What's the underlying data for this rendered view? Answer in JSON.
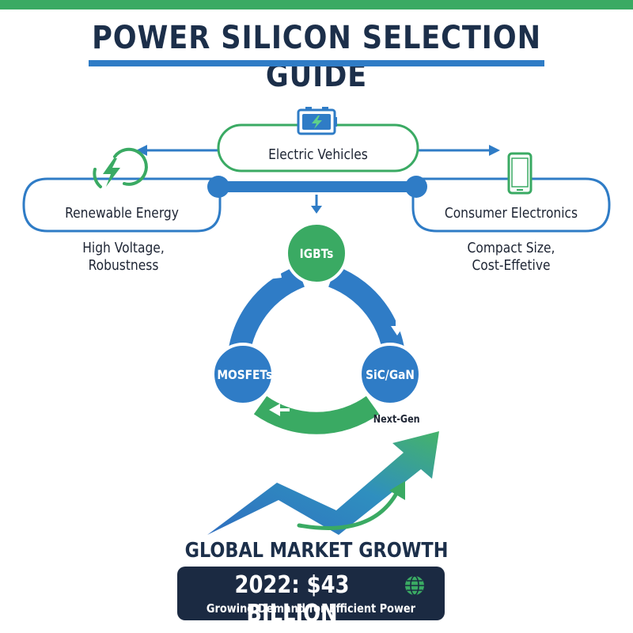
{
  "header": {
    "title": "POWER SILICON SELECTION GUIDE"
  },
  "applications": {
    "top": {
      "label": "Electric Vehicles",
      "icon": "battery-icon"
    },
    "left": {
      "label": "Renewable Energy",
      "icon": "lightning-bolt-icon",
      "note_line1": "High Voltage,",
      "note_line2": "Robustness"
    },
    "right": {
      "label": "Consumer Electronics",
      "icon": "smartphone-icon",
      "note_line1": "Compact Size,",
      "note_line2": "Cost-Effetive"
    }
  },
  "cycle": {
    "nodes": {
      "top": "IGBTs",
      "left": "MOSFETs",
      "right": "SiC/GaN"
    },
    "next_gen_label": "Next-Gen"
  },
  "market": {
    "heading": "GLOBAL MARKET GROWTH",
    "value": "2022: $43 BILLION",
    "subtitle": "Growing Demand for Efficient Power",
    "icon": "globe-icon"
  },
  "colors": {
    "green": "#3aaa63",
    "blue": "#2f7cc6",
    "navy": "#1b2a42"
  }
}
